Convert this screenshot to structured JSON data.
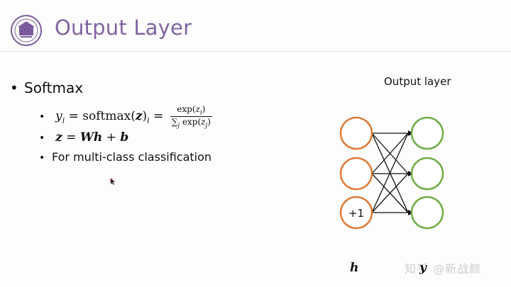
{
  "slide": {
    "title": "Output Layer",
    "bullet": "Softmax",
    "sub_items": [
      {
        "prefix": "y",
        "text": "softmax(z)",
        "numerator": "exp(z_i)",
        "denominator": "Σ_j exp(z_j)"
      },
      {
        "text": "z = Wh + b"
      },
      {
        "text": "For multi-class classification"
      }
    ]
  },
  "diagram": {
    "layer_label": "Output layer",
    "bias_label": "+1",
    "input_label": "h",
    "output_label": "y",
    "input_color": "#e07b39",
    "output_color": "#70ad47"
  },
  "watermark": "知乎 @新战鲸"
}
